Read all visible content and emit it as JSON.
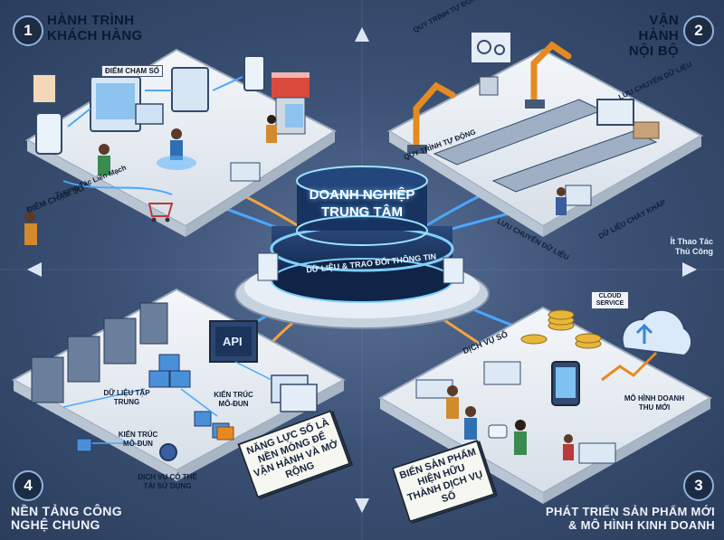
{
  "center": {
    "title": "DOANH NGHIỆP TRUNG TÂM",
    "ring_text": "DỮ LIỆU & TRAO ĐỔI THÔNG TIN"
  },
  "quadrants": [
    {
      "number": "1",
      "title": "HÀNH TRÌNH KHÁCH HÀNG",
      "labels": {
        "touchpoint_top": "ĐIỂM CHẠM SỐ",
        "touchpoint_bottom": "ĐIỂM CHẠM SỐ",
        "seamless": "Tương Tác Liền Mạch"
      }
    },
    {
      "number": "2",
      "title": "VẬN HÀNH NỘI BỘ",
      "labels": {
        "auto_process_top": "QUY TRÌNH TỰ ĐỘNG",
        "auto_process_mid": "QUY TRÌNH TỰ ĐỘNG",
        "data_flow_top": "LƯU CHUYỂN DỮ LIỆU",
        "data_flow_bottom": "LƯU CHUYỂN DỮ LIỆU",
        "data_smooth": "DỮ LIỆU CHẢY KHẮP",
        "less_manual": "Ít Thao Tác Thủ Công"
      }
    },
    {
      "number": "3",
      "title": "PHÁT TRIỂN SẢN PHẨM MỚI & MÔ HÌNH KINH DOANH",
      "labels": {
        "digital_service": "DỊCH VỤ SỐ",
        "revenue_model": "MÔ HÌNH DOANH THU MỚI",
        "cloud": "CLOUD SERVICE"
      },
      "sign": "BIẾN SẢN PHẨM HIỆN HỮU THÀNH DỊCH VỤ SỐ"
    },
    {
      "number": "4",
      "title": "NỀN TẢNG CÔNG NGHỆ CHUNG",
      "labels": {
        "centralized_data": "DỮ LIỆU TẬP TRUNG",
        "modular_right": "KIẾN TRÚC MÔ-ĐUN",
        "modular_left": "KIẾN TRÚC MÔ-ĐUN",
        "reusable": "DỊCH VỤ CÓ THỂ TÁI SỬ DỤNG",
        "api": "API"
      },
      "sign": "NĂNG LỰC SỐ LÀ NỀN MÓNG ĐỂ VẬN HÀNH VÀ MỞ RỘNG"
    }
  ],
  "colors": {
    "background": "#3c5276",
    "platform": "#e9eef4",
    "flow_blue": "#4aa8ff",
    "flow_orange": "#f5a341",
    "hub_glow": "#7fd0ff"
  }
}
